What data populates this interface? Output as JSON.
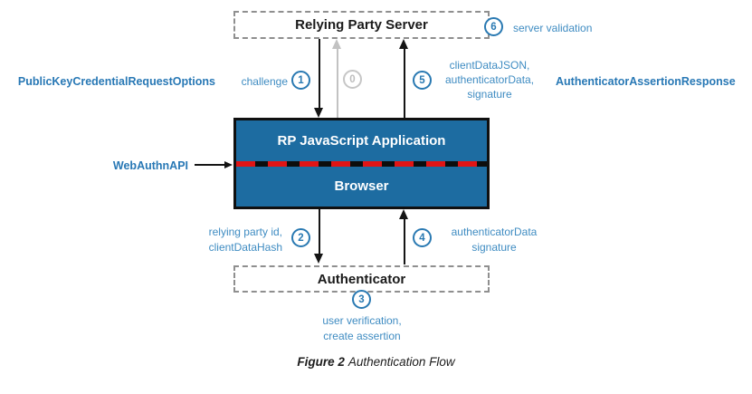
{
  "boxes": {
    "server": {
      "label": "Relying Party Server"
    },
    "app": {
      "top": "RP JavaScript Application",
      "bottom": "Browser"
    },
    "authenticator": {
      "label": "Authenticator"
    }
  },
  "labels": {
    "left_bold": "PublicKeyCredentialRequestOptions",
    "right_bold": "AuthenticatorAssertionResponse",
    "webauthn": "WebAuthnAPI"
  },
  "steps": {
    "s0": {
      "num": "0"
    },
    "s1": {
      "num": "1",
      "label": "challenge"
    },
    "s2": {
      "num": "2",
      "line1": "relying party id,",
      "line2": "clientDataHash"
    },
    "s3": {
      "num": "3",
      "line1": "user verification,",
      "line2": "create assertion"
    },
    "s4": {
      "num": "4",
      "line1": "authenticatorData",
      "line2": "signature"
    },
    "s5": {
      "num": "5",
      "line1": "clientDataJSON,",
      "line2": "authenticatorData,",
      "line3": "signature"
    },
    "s6": {
      "num": "6",
      "label": "server validation"
    }
  },
  "caption": {
    "figure": "Figure 2",
    "title": "Authentication Flow"
  },
  "colors": {
    "box_blue": "#1d6ca1",
    "accent_blue": "#2979b2",
    "label_blue": "#3f8cc2",
    "bold_label_blue": "#2878b5",
    "red_dash": "#e01414",
    "inactive_gray": "#c2c2c2",
    "box_border_black": "#101010"
  }
}
